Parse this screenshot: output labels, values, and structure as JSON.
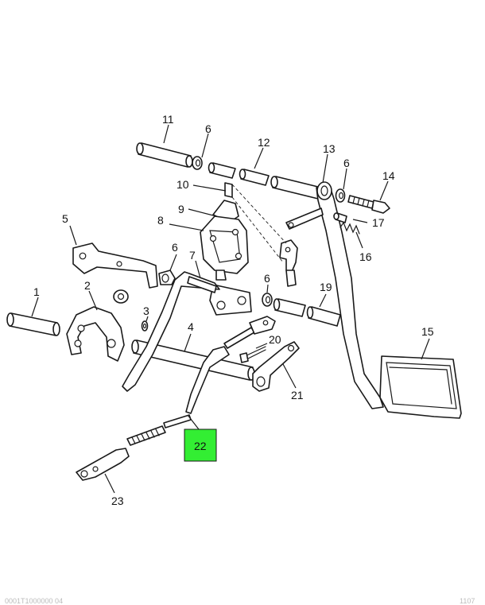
{
  "callouts": [
    {
      "id": "1",
      "label": "1"
    },
    {
      "id": "2",
      "label": "2"
    },
    {
      "id": "3",
      "label": "3"
    },
    {
      "id": "4",
      "label": "4"
    },
    {
      "id": "5",
      "label": "5"
    },
    {
      "id": "6a",
      "label": "6"
    },
    {
      "id": "6b",
      "label": "6"
    },
    {
      "id": "6c",
      "label": "6"
    },
    {
      "id": "6d",
      "label": "6"
    },
    {
      "id": "7",
      "label": "7"
    },
    {
      "id": "8",
      "label": "8"
    },
    {
      "id": "9",
      "label": "9"
    },
    {
      "id": "10",
      "label": "10"
    },
    {
      "id": "11",
      "label": "11"
    },
    {
      "id": "12",
      "label": "12"
    },
    {
      "id": "13",
      "label": "13"
    },
    {
      "id": "14",
      "label": "14"
    },
    {
      "id": "15",
      "label": "15"
    },
    {
      "id": "16",
      "label": "16"
    },
    {
      "id": "17",
      "label": "17"
    },
    {
      "id": "19",
      "label": "19"
    },
    {
      "id": "20",
      "label": "20"
    },
    {
      "id": "21",
      "label": "21"
    },
    {
      "id": "22",
      "label": "22",
      "highlighted": true
    },
    {
      "id": "23",
      "label": "23"
    }
  ],
  "highlight_color": "#33ee33",
  "footer": {
    "left": "0001T1000000 04",
    "right": "1107"
  }
}
